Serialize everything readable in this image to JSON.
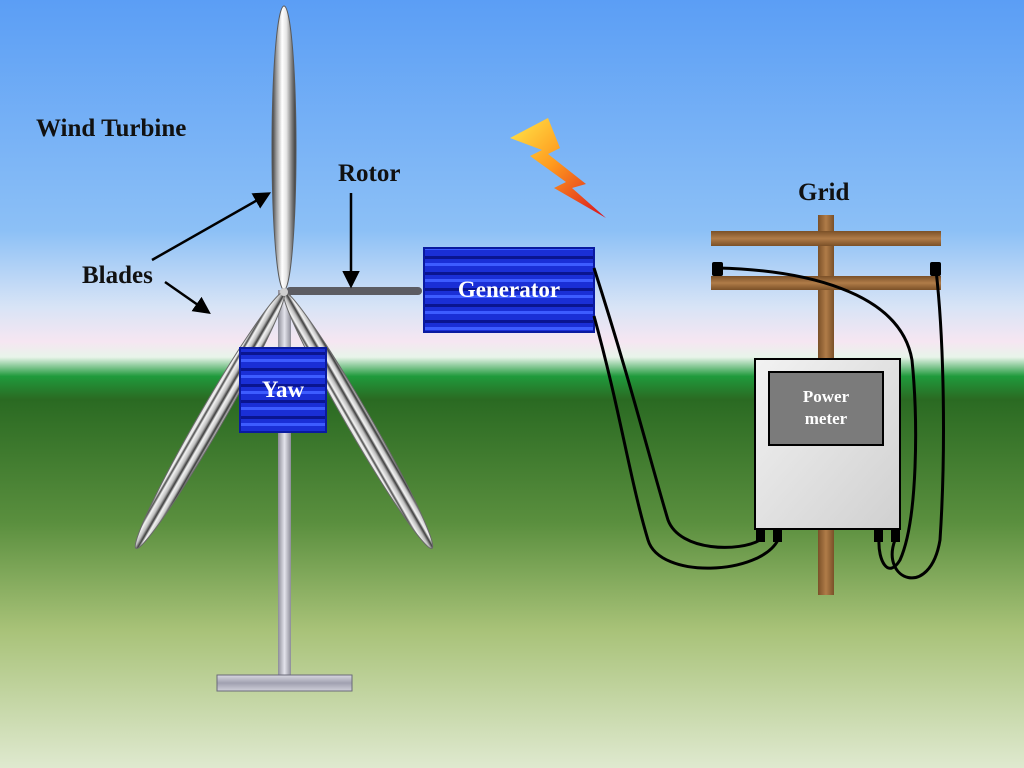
{
  "labels": {
    "wind_turbine": "Wind Turbine",
    "rotor": "Rotor",
    "blades": "Blades",
    "grid": "Grid",
    "generator": "Generator",
    "yaw": "Yaw",
    "power_meter_line1": "Power",
    "power_meter_line2": "meter"
  },
  "colors": {
    "sky_top": "#5b9ef5",
    "sky_horizon": "#f6e6f2",
    "ground_band": "#1f9a3c",
    "ground_dark": "#2a6a22",
    "ground_light": "#dfe9cf",
    "component_blue": "#1a2fd6",
    "pole_wood": "#9a6a3c",
    "meter_box": "#e6e6e6",
    "meter_screen": "#7b7b7b"
  },
  "icons": [
    "lightning-bolt-icon"
  ]
}
